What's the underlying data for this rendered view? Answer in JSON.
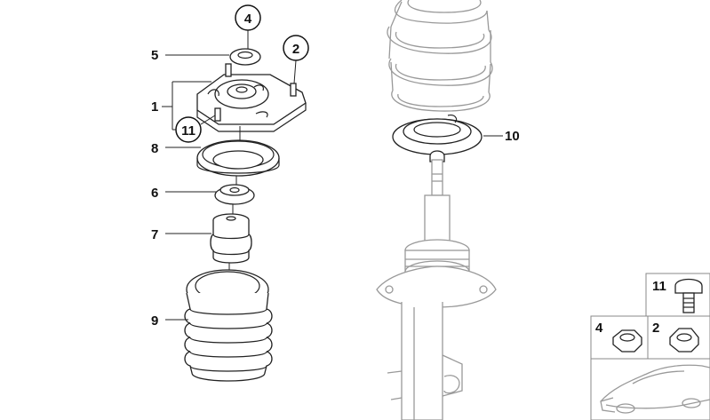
{
  "callouts": {
    "c1": "1",
    "c2": "2",
    "c4": "4",
    "c5": "5",
    "c6": "6",
    "c7": "7",
    "c8": "8",
    "c9": "9",
    "c10": "10",
    "c11": "11"
  },
  "inset": {
    "label_11": "11",
    "label_4": "4",
    "label_2": "2"
  }
}
